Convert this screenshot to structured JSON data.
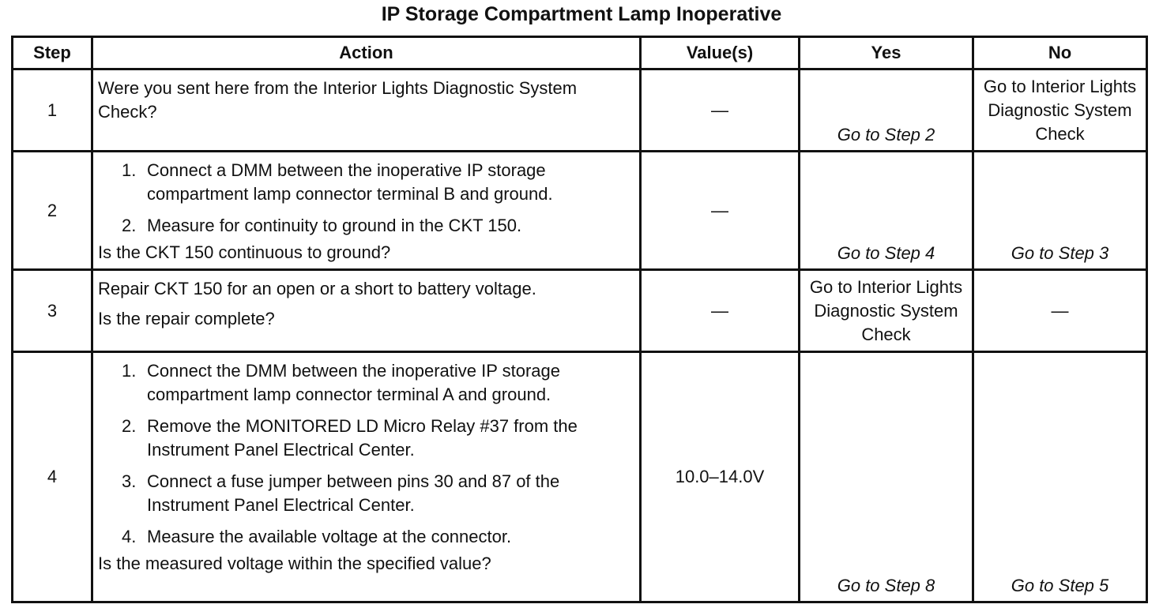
{
  "title": "IP Storage Compartment Lamp Inoperative",
  "headers": {
    "step": "Step",
    "action": "Action",
    "values": "Value(s)",
    "yes": "Yes",
    "no": "No"
  },
  "rows": [
    {
      "step": "1",
      "action_text": "Were you sent here from the Interior Lights Diagnostic System Check?",
      "value": "—",
      "yes": "Go to Step 2",
      "no": "Go to Interior Lights Diagnostic System Check"
    },
    {
      "step": "2",
      "items": [
        {
          "num": "1.",
          "text": "Connect a DMM between the inoperative IP storage compartment lamp connector terminal B and ground."
        },
        {
          "num": "2.",
          "text": "Measure for continuity to ground in the CKT 150."
        }
      ],
      "question": "Is the CKT 150 continuous to ground?",
      "value": "—",
      "yes": "Go to Step 4",
      "no": "Go to Step 3"
    },
    {
      "step": "3",
      "action_text": "Repair CKT 150 for an open or a short to battery voltage.",
      "question": "Is the repair complete?",
      "value": "—",
      "yes": "Go to Interior Lights Diagnostic System Check",
      "no": "—"
    },
    {
      "step": "4",
      "items": [
        {
          "num": "1.",
          "text": "Connect the DMM between the inoperative IP storage compartment lamp connector terminal A and ground."
        },
        {
          "num": "2.",
          "text": "Remove the MONITORED LD Micro Relay #37 from the Instrument Panel Electrical Center."
        },
        {
          "num": "3.",
          "text": "Connect a fuse jumper between pins 30 and 87 of the Instrument Panel Electrical Center."
        },
        {
          "num": "4.",
          "text": "Measure the available voltage at the connector."
        }
      ],
      "question": "Is the measured voltage within the specified value?",
      "value": "10.0–14.0V",
      "yes": "Go to Step 8",
      "no": "Go to Step 5"
    }
  ]
}
